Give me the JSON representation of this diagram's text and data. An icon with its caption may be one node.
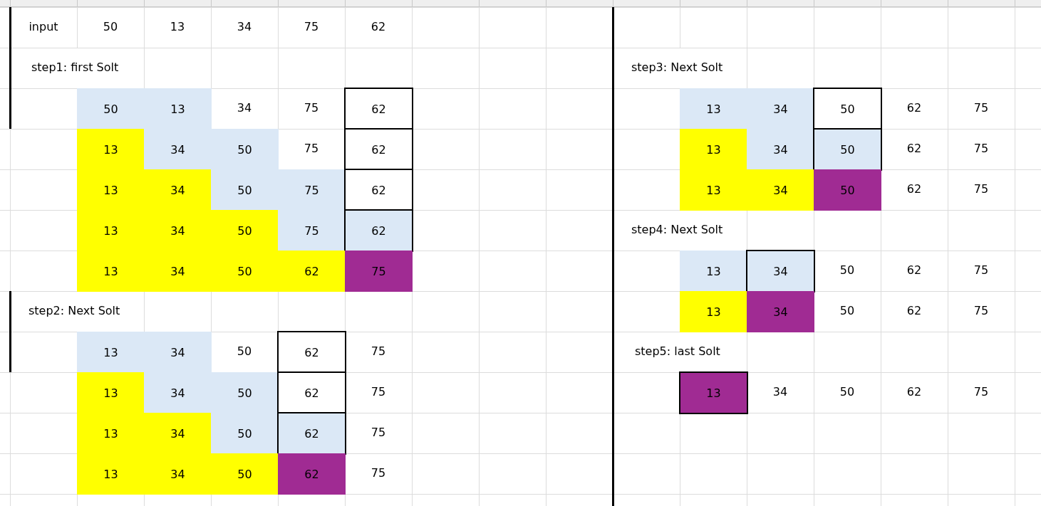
{
  "diagram": {
    "labels": [
      "input",
      "50",
      "13",
      "34",
      "75",
      "62",
      "step1: first Solt",
      "50",
      "13",
      "34",
      "75",
      "62",
      "13",
      "34",
      "50",
      "75",
      "62",
      "13",
      "34",
      "50",
      "75",
      "62",
      "13",
      "34",
      "50",
      "75",
      "62",
      "13",
      "34",
      "50",
      "62",
      "75",
      "step2: Next Solt",
      "13",
      "34",
      "50",
      "62",
      "75",
      "13",
      "34",
      "50",
      "62",
      "75",
      "13",
      "34",
      "50",
      "62",
      "75",
      "13",
      "34",
      "50",
      "62",
      "75",
      "step3: Next Solt",
      "13",
      "34",
      "50",
      "62",
      "75",
      "13",
      "34",
      "50",
      "62",
      "75",
      "13",
      "34",
      "50",
      "62",
      "75",
      "step4: Next Solt",
      "13",
      "34",
      "50",
      "62",
      "75",
      "13",
      "34",
      "50",
      "62",
      "75",
      "step5: last Solt",
      "13",
      "34",
      "50",
      "62",
      "75"
    ]
  }
}
